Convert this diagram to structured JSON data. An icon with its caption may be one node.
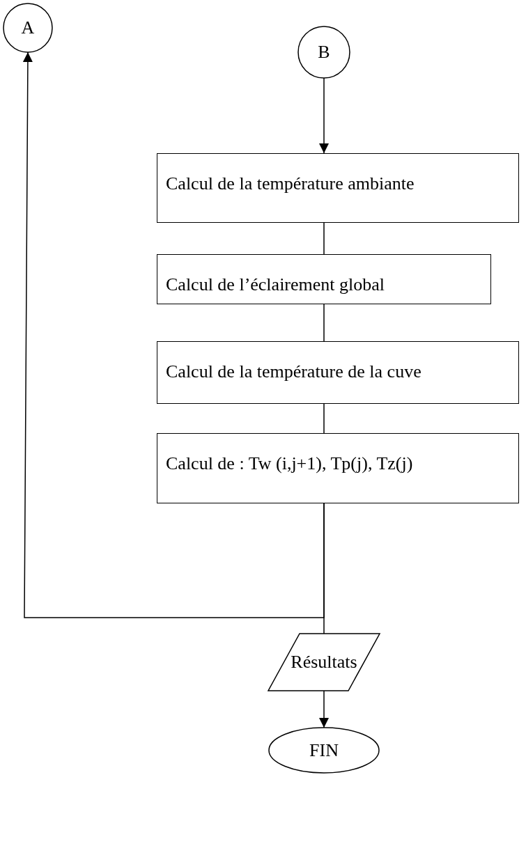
{
  "diagram": {
    "nodes": [
      {
        "text": [
          "A"
        ]
      },
      {
        "text": [
          "B"
        ]
      },
      {
        "text": [
          "Calcul de la température ambiante"
        ]
      },
      {
        "text": [
          "Calcul de l’éclairement global"
        ]
      },
      {
        "text": [
          "Calcul de la température de la cuve"
        ]
      },
      {
        "text": [
          "Calcul de : Tw (i,j+1), Tp(j), Tz(j)"
        ]
      },
      {
        "text": [
          "Résultats"
        ]
      },
      {
        "text": [
          "FIN"
        ]
      }
    ],
    "edges": [
      {
        "from": 1,
        "to": 2,
        "arrow": "to"
      },
      {
        "from": 2,
        "to": 3,
        "arrow": "none"
      },
      {
        "from": 3,
        "to": 4,
        "arrow": "none"
      },
      {
        "from": 4,
        "to": 5,
        "arrow": "none"
      },
      {
        "from": 5,
        "to": 0,
        "arrow": "to"
      },
      {
        "from": 5,
        "to": 6,
        "arrow": "none"
      },
      {
        "from": 6,
        "to": 7,
        "arrow": "to"
      }
    ]
  }
}
